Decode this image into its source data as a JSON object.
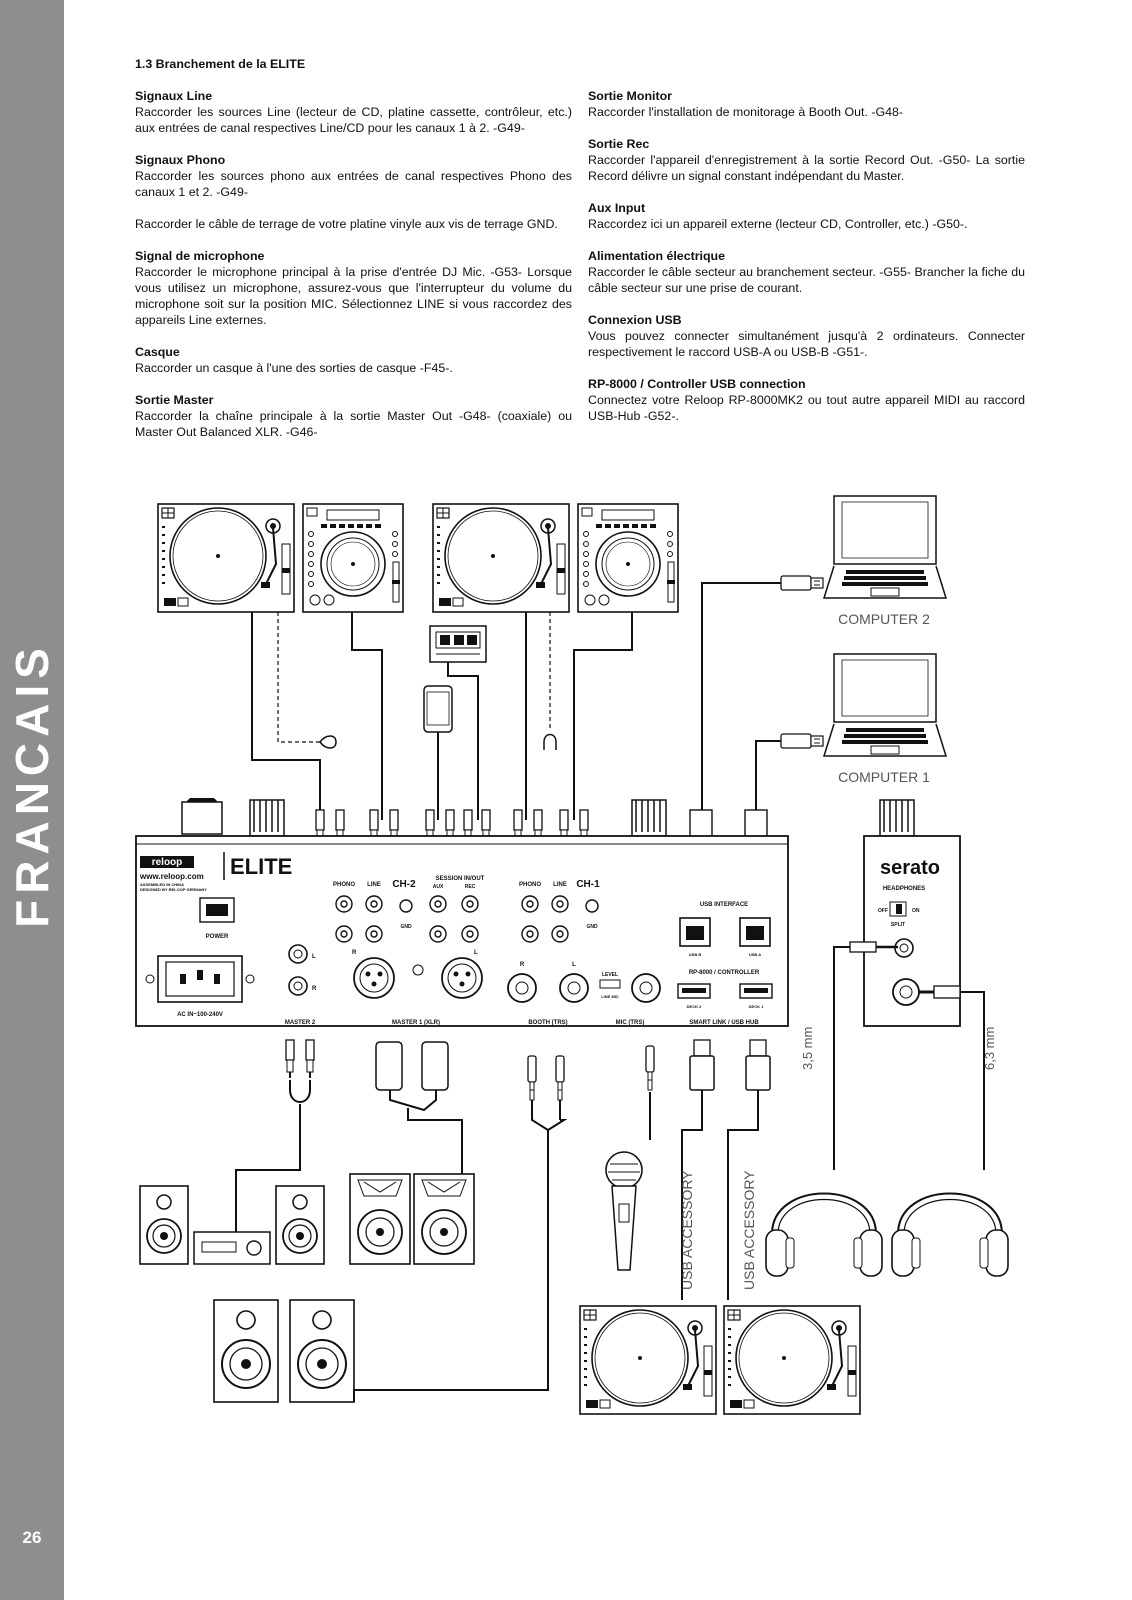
{
  "sidebar": {
    "language": "FRANCAIS",
    "page_number": "26"
  },
  "title": "1.3 Branchement de la ELITE",
  "left_sections": [
    {
      "heading": "Signaux Line",
      "text": "Raccorder les sources Line (lecteur de CD, platine cassette, contrôleur, etc.) aux entrées de canal respectives Line/CD pour les canaux 1 à 2. -G49-"
    },
    {
      "heading": "Signaux Phono",
      "text": "Raccorder les sources phono aux entrées de canal respectives Phono des canaux 1 et 2. -G49-"
    },
    {
      "heading": "",
      "text": "Raccorder le câble de terrage de votre platine vinyle aux vis de terrage GND."
    },
    {
      "heading": "Signal de microphone",
      "text": "Raccorder le microphone principal à la prise d'entrée DJ Mic. -G53- Lorsque vous utilisez un microphone, assurez-vous que l'interrupteur du volume du microphone soit sur la position MIC. Sélectionnez LINE si vous raccordez des appareils Line externes."
    },
    {
      "heading": "Casque",
      "text": "Raccorder un casque à l'une des sorties de casque -F45-."
    },
    {
      "heading": "Sortie Master",
      "text": "Raccorder la chaîne principale à la sortie Master Out -G48- (coaxiale) ou Master Out Balanced XLR. -G46-"
    }
  ],
  "right_sections": [
    {
      "heading": "Sortie Monitor",
      "text": "Raccorder l'installation de monitorage à Booth Out. -G48-"
    },
    {
      "heading": "Sortie Rec",
      "text": "Raccorder l'appareil d'enregistrement à la sortie Record Out. -G50- La sortie Record délivre un signal constant indépendant du Master."
    },
    {
      "heading": "Aux Input",
      "text": "Raccordez ici un appareil externe (lecteur CD, Controller, etc.) -G50-."
    },
    {
      "heading": "Alimentation électrique",
      "text": "Raccorder le câble secteur au branchement secteur. -G55- Brancher la fiche du câble secteur sur une prise de courant."
    },
    {
      "heading": "Connexion USB",
      "text": "Vous pouvez connecter simultanément jusqu'à 2 ordinateurs. Connecter respectivement le raccord USB-A ou USB-B -G51-."
    },
    {
      "heading": "RP-8000 / Controller USB connection",
      "text": "Connectez votre Reloop RP-8000MK2 ou tout autre appareil MIDI au raccord USB-Hub -G52-."
    }
  ],
  "diagram": {
    "computer_2": "COMPUTER 2",
    "computer_1": "COMPUTER 1",
    "usb_accessory": "USB ACCESSORY",
    "jack_small": "3,5 mm",
    "jack_large": "6,3 mm",
    "brand_logo": "reloop",
    "model": "ELITE",
    "website": "www.reloop.com",
    "assembled": "ASSEMBLED IN CHINA",
    "designed": "DESIGNED BY RELOOP GERMANY",
    "power": "POWER",
    "ac_in": "AC IN~100-240V",
    "master2": "MASTER 2",
    "master1": "MASTER 1 (XLR)",
    "booth": "BOOTH (TRS)",
    "mic": "MIC (TRS)",
    "smart_link": "SMART LINK / USB HUB",
    "phono": "PHONO",
    "line": "LINE",
    "ch2": "CH-2",
    "ch1": "CH-1",
    "gnd": "GND",
    "session": "SESSION IN/OUT",
    "aux": "AUX",
    "rec": "REC",
    "usb_interface": "USB INTERFACE",
    "usb_b": "USB B",
    "usb_a": "USB A",
    "rp8000": "RP-8000 / CONTROLLER",
    "deck2": "DECK 2",
    "deck1": "DECK 1",
    "level": "LEVEL",
    "line_mic": "LINE  MIC",
    "serato": "serato",
    "headphones": "HEADPHONES",
    "split": "SPLIT",
    "off": "OFF",
    "on": "ON",
    "r": "R",
    "l": "L"
  }
}
